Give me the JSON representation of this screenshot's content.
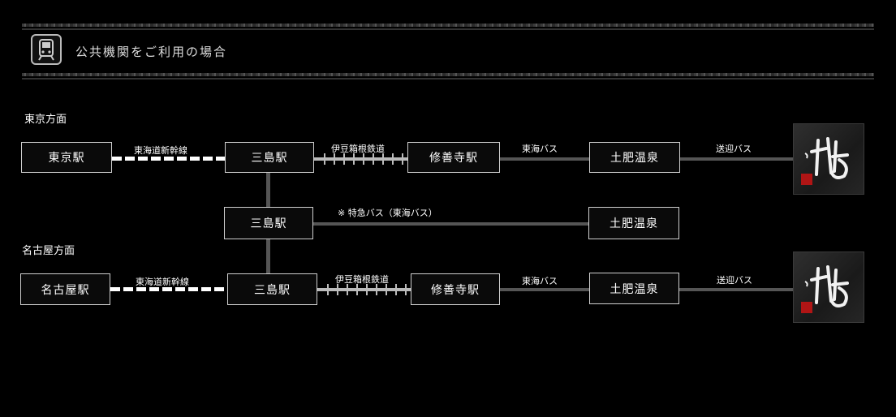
{
  "header": {
    "title": "公共機関をご利用の場合",
    "icon": "train-icon"
  },
  "tokyo": {
    "section_label": "東京方面",
    "stations": [
      "東京駅",
      "三島駅",
      "修善寺駅",
      "土肥温泉"
    ],
    "lines": [
      "東海道新幹線",
      "伊豆箱根鉄道",
      "東海バス",
      "送迎バス"
    ]
  },
  "express": {
    "station_from": "三島駅",
    "station_to": "土肥温泉",
    "line": "※ 特急バス（東海バス）"
  },
  "nagoya": {
    "section_label": "名古屋方面",
    "stations": [
      "名古屋駅",
      "三島駅",
      "修善寺駅",
      "土肥温泉"
    ],
    "lines": [
      "東海道新幹線",
      "伊豆箱根鉄道",
      "東海バス",
      "送迎バス"
    ]
  },
  "colors": {
    "background": "#000000",
    "box_border": "#cfcfcf",
    "shinkansen": "#ffffff",
    "rail": "#bbbbbb",
    "bus": "#555555",
    "stamp": "#b01515"
  }
}
